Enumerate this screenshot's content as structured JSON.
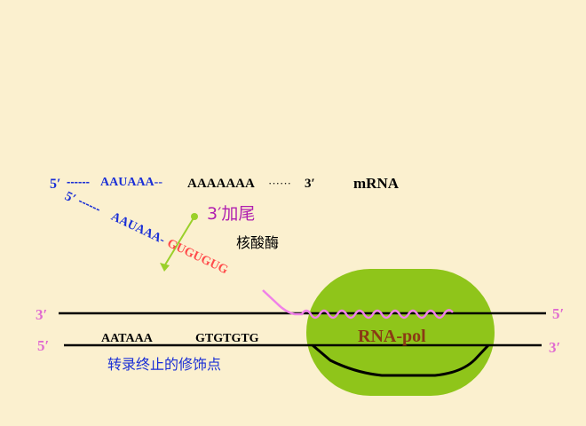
{
  "colors": {
    "background": "#fbf0cf",
    "blue_label": "#1a2fd6",
    "pink_label": "#e06bd0",
    "red_label": "#ff4a4a",
    "purple_label": "#b020b0",
    "polymerase_fill": "#8fc51a",
    "polymerase_text": "#8a3a14",
    "green_marker": "#9ad02a",
    "dna_line": "#000000"
  },
  "top_strand": {
    "five_prime": "5′",
    "dashes": "------",
    "signal": "AAUAAA--",
    "poly_a": "AAAAAAA",
    "dots": "······",
    "three_prime": "3′",
    "label": "mRNA"
  },
  "diagonal_strand": {
    "five_prime": "5′",
    "dashes": "------",
    "signal": "AAUAAA-",
    "gu_rich": "GUGUGUG"
  },
  "annotations": {
    "tailing": "3′加尾",
    "nuclease": "核酸酶",
    "terminator_caption": "转录终止的修饰点"
  },
  "dna": {
    "upper_left": "3′",
    "upper_right": "5′",
    "lower_left": "5′",
    "lower_right": "3′",
    "seq_aataaa": "AATAAA",
    "seq_gtgtgtg": "GTGTGTG"
  },
  "polymerase": {
    "label": "RNA-pol"
  }
}
